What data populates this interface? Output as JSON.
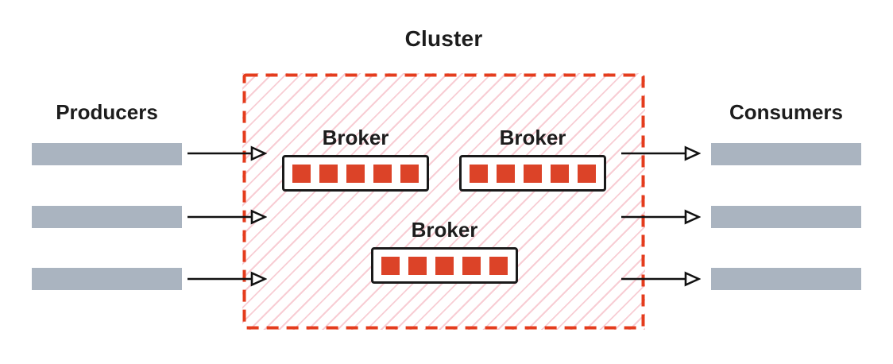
{
  "diagram": {
    "title": "Cluster",
    "producers": {
      "label": "Producers",
      "count": 3
    },
    "consumers": {
      "label": "Consumers",
      "count": 3
    },
    "brokers": [
      {
        "label": "Broker"
      },
      {
        "label": "Broker"
      },
      {
        "label": "Broker"
      }
    ],
    "partitions_per_broker": 5,
    "colors": {
      "accent_red": "#e43c1d",
      "partition_red": "#dc4328",
      "hatch_pink": "#f8cdd4",
      "bar_gray": "#aab4c0",
      "text_black": "#1d1d1d"
    }
  }
}
